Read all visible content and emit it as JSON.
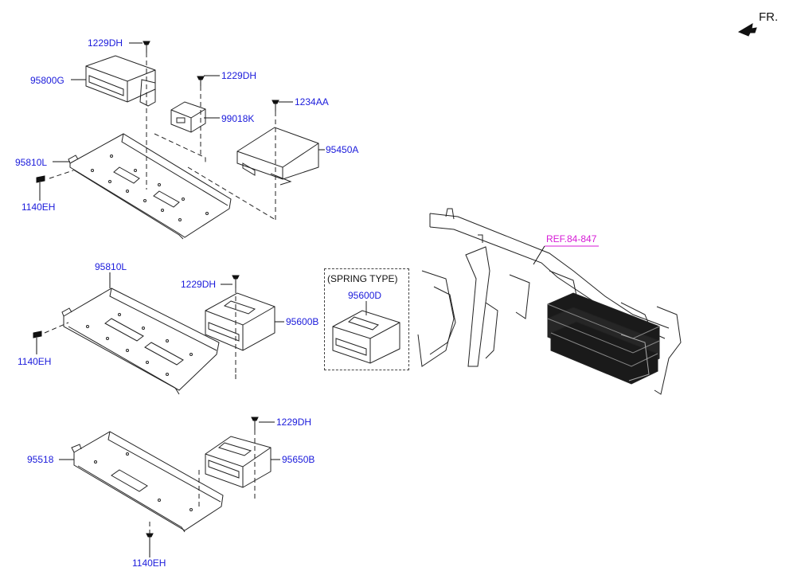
{
  "fr_label": "FR.",
  "colors": {
    "part_label": "#1a1adb",
    "ref_label": "#d61ad6",
    "line": "#222222"
  },
  "labels": {
    "g1_1229dh_top": "1229DH",
    "g1_95800g": "95800G",
    "g1_1229dh_mid": "1229DH",
    "g1_99018k": "99018K",
    "g1_1234aa": "1234AA",
    "g1_95450a": "95450A",
    "g1_95810l": "95810L",
    "g1_1140eh": "1140EH",
    "g2_95810l": "95810L",
    "g2_1229dh": "1229DH",
    "g2_95600b": "95600B",
    "g2_1140eh": "1140EH",
    "spring_type": "(SPRING TYPE)",
    "spring_95600d": "95600D",
    "ref": "REF.84-847",
    "g3_1229dh": "1229DH",
    "g3_95518": "95518",
    "g3_95650b": "95650B",
    "g3_1140eh": "1140EH"
  },
  "icons": [
    "front-arrow-icon",
    "bolt-icon",
    "bracket-icon",
    "module-icon",
    "crash-pad-frame-icon"
  ]
}
